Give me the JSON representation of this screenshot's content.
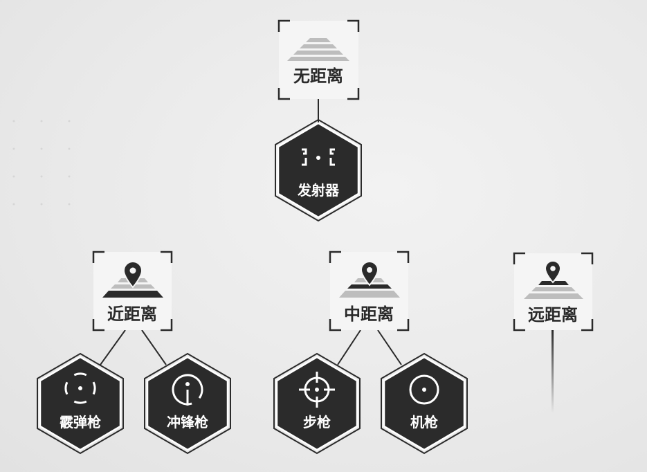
{
  "nodes": {
    "root": {
      "label": "无距离",
      "icon": "pyramid-icon"
    },
    "launcher": {
      "label": "发射器",
      "icon": "bracket-dot-icon"
    },
    "near": {
      "label": "近距离",
      "icon": "location-pin-pyramid-icon"
    },
    "mid": {
      "label": "中距离",
      "icon": "location-pin-pyramid-icon"
    },
    "far": {
      "label": "远距离",
      "icon": "location-pin-pyramid-icon"
    },
    "shotgun": {
      "label": "霰弹枪",
      "icon": "dashed-circle-crosshair-icon"
    },
    "smg": {
      "label": "冲锋枪",
      "icon": "circle-i-crosshair-icon"
    },
    "rifle": {
      "label": "步枪",
      "icon": "crosshair-icon"
    },
    "mg": {
      "label": "机枪",
      "icon": "circle-dot-crosshair-icon"
    }
  },
  "colors": {
    "hex_fill": "#2b2b2b",
    "hex_stroke": "#ffffff",
    "card_fill": "#f5f5f5",
    "bracket": "#2a2a2a",
    "line": "#2a2a2a",
    "pyramid_light": "#b9b9b9",
    "pyramid_dark": "#2a2a2a"
  }
}
